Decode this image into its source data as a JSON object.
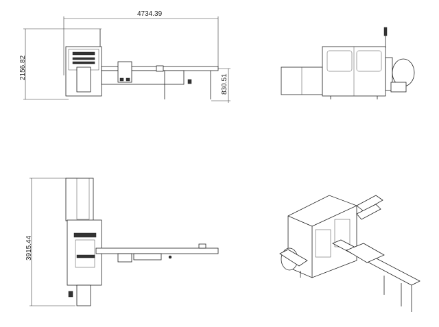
{
  "drawing": {
    "views": [
      "side-view",
      "front-view",
      "top-view",
      "isometric-view"
    ],
    "dimensions": {
      "overall_length": "4734.39",
      "overall_height": "2156.82",
      "conveyor_height": "830.51",
      "overall_width": "3915.44"
    }
  }
}
